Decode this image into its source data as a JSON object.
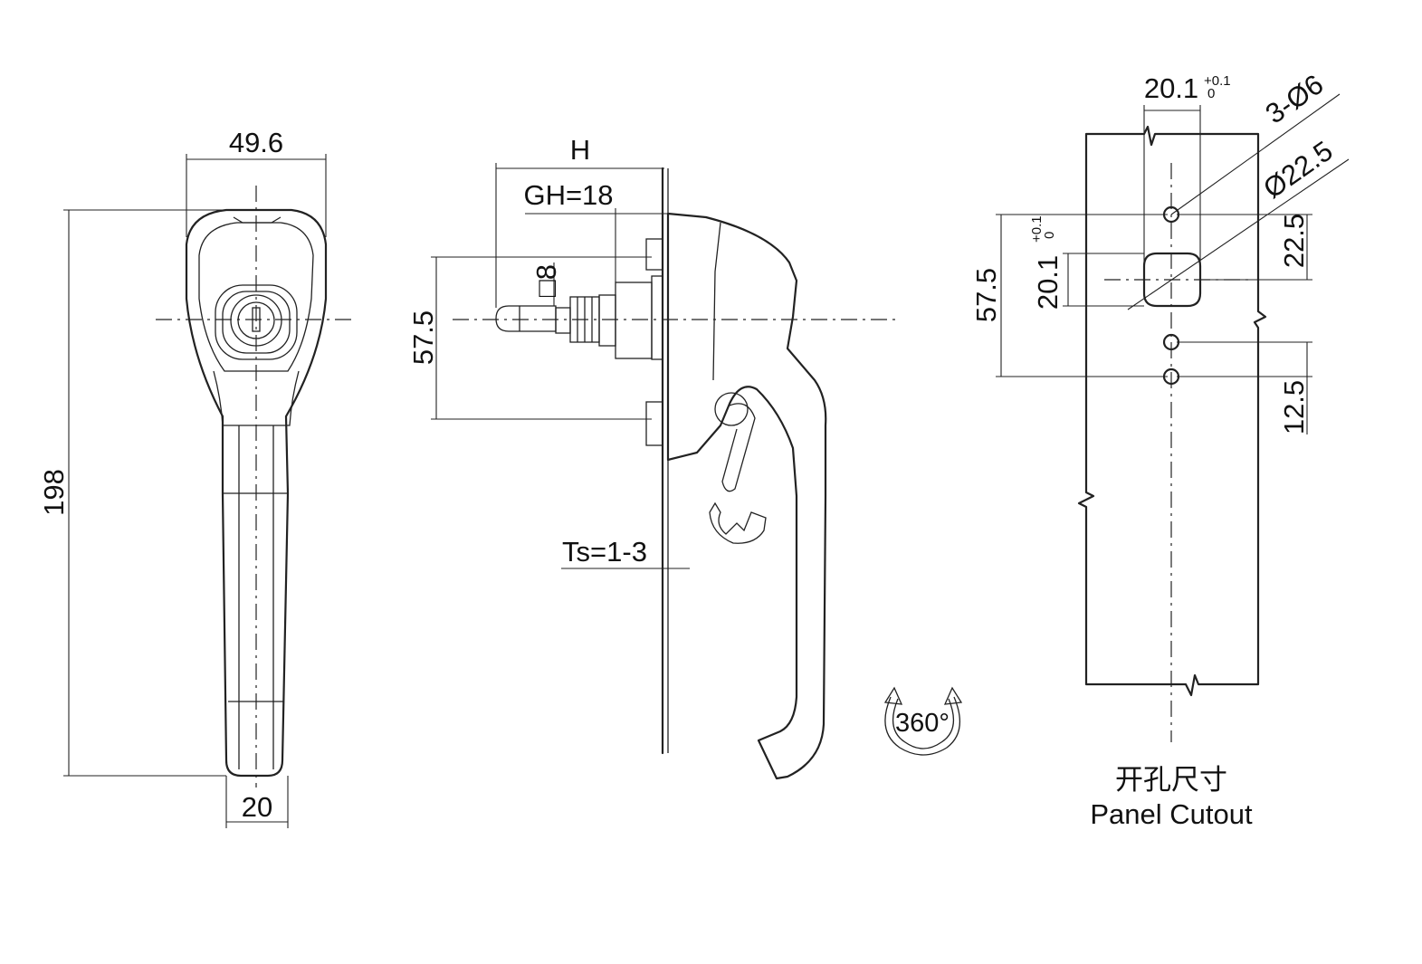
{
  "front_view": {
    "width_label": "49.6",
    "height_label": "198",
    "grip_width_label": "20"
  },
  "side_view": {
    "h_label": "H",
    "gh_label": "GH=18",
    "square_label": "□8",
    "spacing_label": "57.5",
    "ts_label": "Ts=1-3",
    "rotation_label": "360°"
  },
  "cutout": {
    "width_main": "20.1",
    "width_tol": "+0.1",
    "width_tol_low": "0",
    "holes_label": "3-Ø6",
    "bore_label": "Ø22.5",
    "height_label": "57.5",
    "height_main": "20.1",
    "height_tol": "+0.1",
    "height_tol_low": "0",
    "offset_label": "22.5",
    "pitch_label": "12.5",
    "caption_cn": "开孔尺寸",
    "caption_en": "Panel Cutout"
  }
}
